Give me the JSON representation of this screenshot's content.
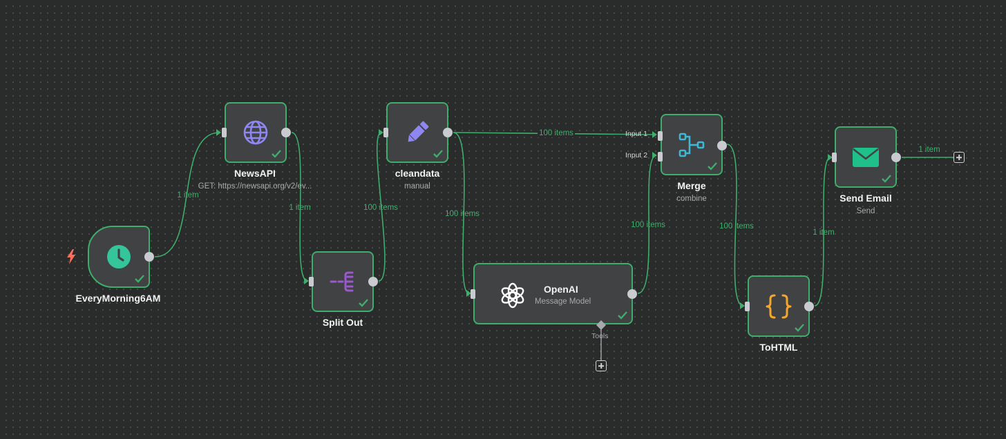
{
  "nodes": {
    "trigger": {
      "title": "EveryMorning6AM",
      "icon": "clock-icon"
    },
    "newsapi": {
      "title": "NewsAPI",
      "subtitle": "GET: https://newsapi.org/v2/ev...",
      "icon": "globe-icon"
    },
    "split_out": {
      "title": "Split Out",
      "icon": "split-out-icon"
    },
    "cleandata": {
      "title": "cleandata",
      "subtitle": "manual",
      "icon": "pencil-icon"
    },
    "openai": {
      "title": "OpenAI",
      "subtitle": "Message Model",
      "icon": "openai-icon",
      "tools_label": "Tools"
    },
    "merge": {
      "title": "Merge",
      "subtitle": "combine",
      "icon": "merge-icon",
      "input1": "Input 1",
      "input2": "Input 2"
    },
    "tohtml": {
      "title": "ToHTML",
      "icon": "curly-braces-icon"
    },
    "send_email": {
      "title": "Send Email",
      "subtitle": "Send",
      "icon": "envelope-icon"
    }
  },
  "edges": {
    "trigger_to_newsapi": "1 item",
    "newsapi_to_splitout": "1 item",
    "splitout_to_cleandata": "100 items",
    "cleandata_to_merge": "100 items",
    "cleandata_to_openai": "100 items",
    "openai_to_merge": "100 items",
    "merge_to_tohtml": "100 items",
    "tohtml_to_sendemail": "1 item",
    "sendemail_out": "1 item"
  },
  "colors": {
    "canvas": "#2a2b2b",
    "node_bg": "#414244",
    "success_green": "#3fae6c",
    "trigger_bolt": "#ff6d5a",
    "clock": "#35c59a",
    "globe": "#8f87f1",
    "split": "#9b59d0",
    "pencil": "#8f87f1",
    "merge": "#3fb8d6",
    "braces": "#f5a62b",
    "email": "#20c08a"
  }
}
